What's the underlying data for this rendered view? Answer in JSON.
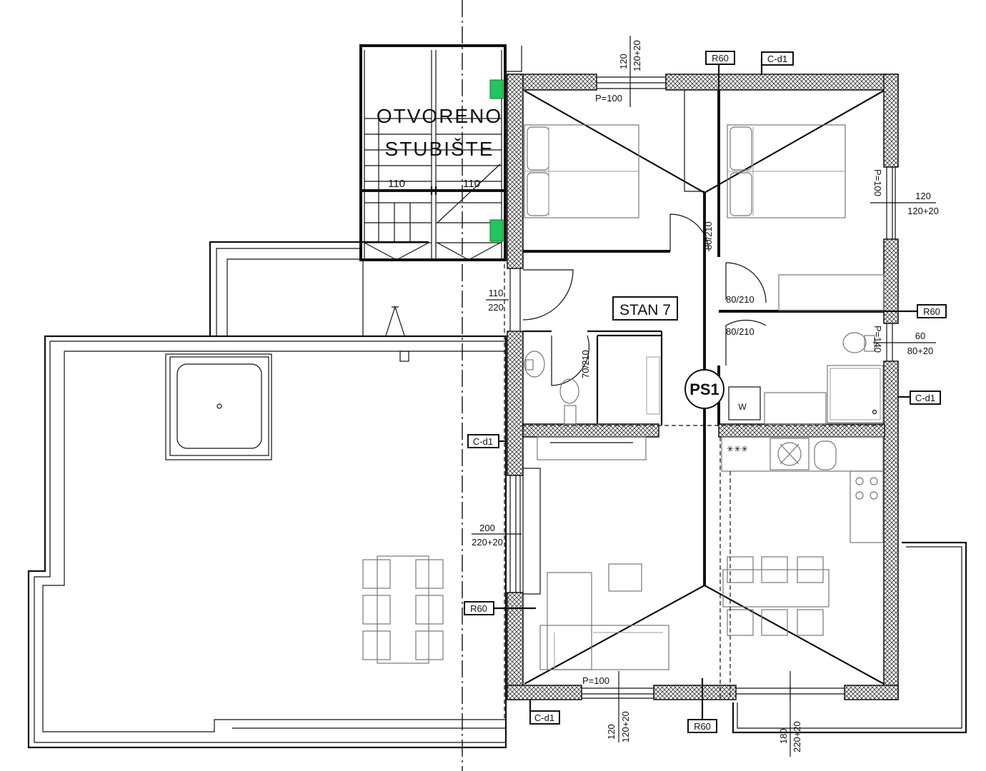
{
  "stair": {
    "title_line1": "OTVORENO",
    "title_line2": "STUBIŠTE",
    "width_left": "110",
    "width_right": "110"
  },
  "apartment": {
    "name": "STAN 7",
    "shaft": "PS1"
  },
  "fire_tags": {
    "r60_top": "R60",
    "cd1_top": "C-d1",
    "r60_right": "R60",
    "cd1_right": "C-d1",
    "cd1_left": "C-d1",
    "r60_left": "R60",
    "cd1_bottom": "C-d1",
    "r60_bottom": "R60"
  },
  "windows": {
    "top": {
      "size": "120",
      "frame": "120+20",
      "sill": "P=100"
    },
    "right": {
      "size": "120",
      "frame": "120+20",
      "sill": "P=100"
    },
    "bath_right": {
      "size": "60",
      "frame": "80+20",
      "sill": "P=140"
    },
    "bottom_left": {
      "size": "120",
      "frame": "120+20",
      "sill": "P=100"
    },
    "bottom_right": {
      "size": "180",
      "frame": "220+20"
    },
    "left_door": {
      "size": "200",
      "frame": "220+20"
    },
    "entry": {
      "size": "110",
      "frame": "220"
    }
  },
  "doors": {
    "bedroom_left": "80/210",
    "bedroom_right": "80/210",
    "bathroom": "80/210",
    "wc": "70/210"
  },
  "appliance": {
    "washer": "W"
  }
}
